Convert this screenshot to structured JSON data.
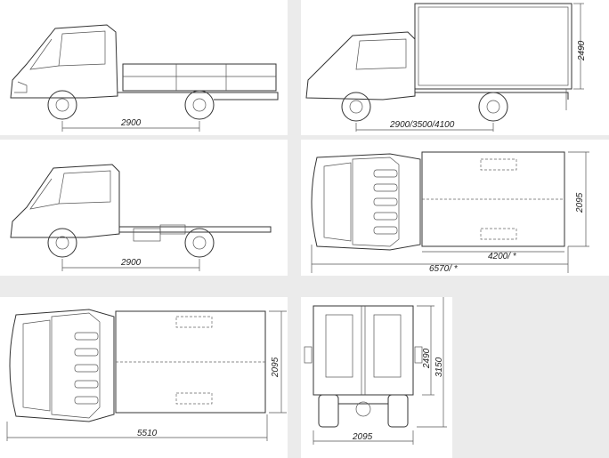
{
  "panels": {
    "flatbed_side": {
      "dimension": "2900"
    },
    "van_side": {
      "wheelbase": "2900/3500/4100",
      "height": "2490"
    },
    "chassis_side": {
      "dimension": "2900"
    },
    "van_top": {
      "length": "6570/ *",
      "body_length": "4200/ *",
      "width": "2095"
    },
    "flatbed_top": {
      "length": "5510",
      "width": "2095"
    },
    "van_rear": {
      "width": "2095",
      "body_height": "2490",
      "total_height": "3150"
    }
  },
  "icons": {
    "side_view": "truck-side-icon",
    "top_view": "truck-top-icon",
    "rear_view": "truck-rear-icon"
  },
  "colors": {
    "background": "#ebebeb",
    "panel": "#ffffff",
    "line": "#333333"
  }
}
